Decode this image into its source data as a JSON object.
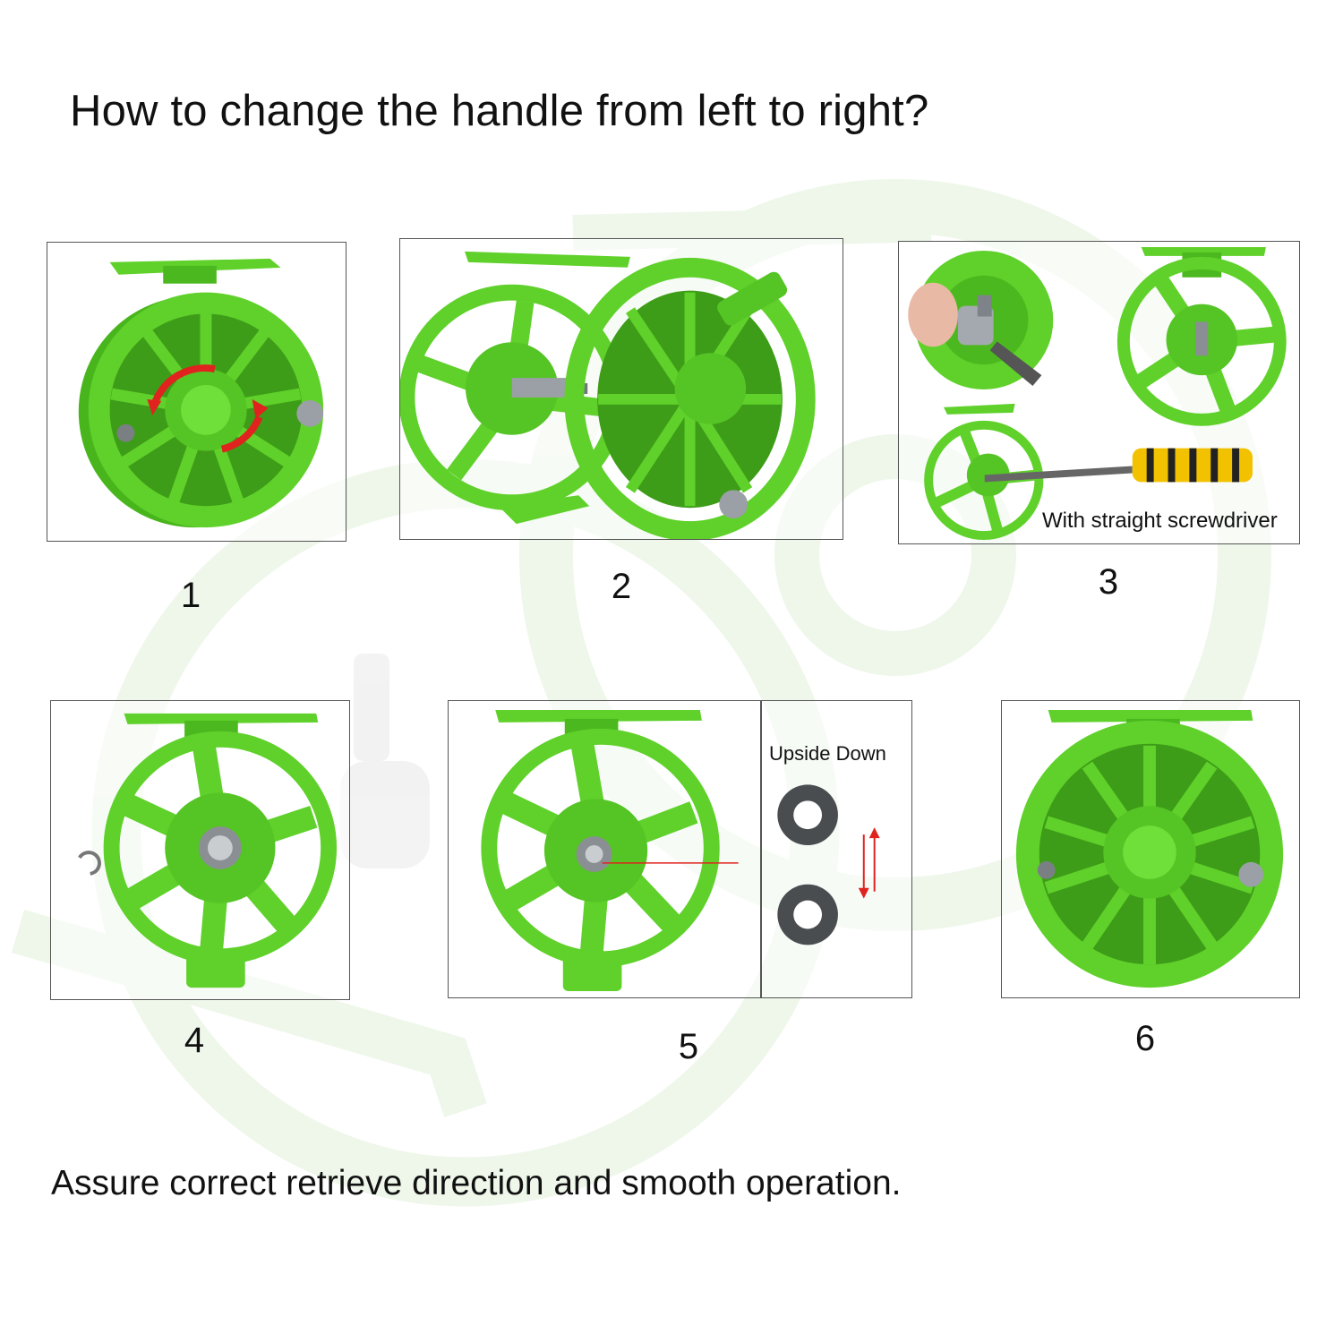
{
  "title": "How to change the handle from left to right?",
  "footer": "Assure correct retrieve direction and smooth operation.",
  "colors": {
    "reel_green": "#5fd12a",
    "reel_dark": "#3e9d18",
    "arrow_red": "#e0231e",
    "metal": "#8a8f94",
    "screwdriver_yellow": "#f2c200"
  },
  "steps": [
    {
      "number": "1",
      "icon": "fly-reel-front-icon"
    },
    {
      "number": "2",
      "icon": "reel-spool-removed-icon"
    },
    {
      "number": "3",
      "icon": "reel-screwdriver-icon",
      "caption": "With straight screwdriver"
    },
    {
      "number": "4",
      "icon": "reel-frame-clip-removed-icon"
    },
    {
      "number": "5",
      "icon": "reel-bearing-flip-icon",
      "caption": "Upside Down"
    },
    {
      "number": "6",
      "icon": "fly-reel-reassembled-icon"
    }
  ]
}
